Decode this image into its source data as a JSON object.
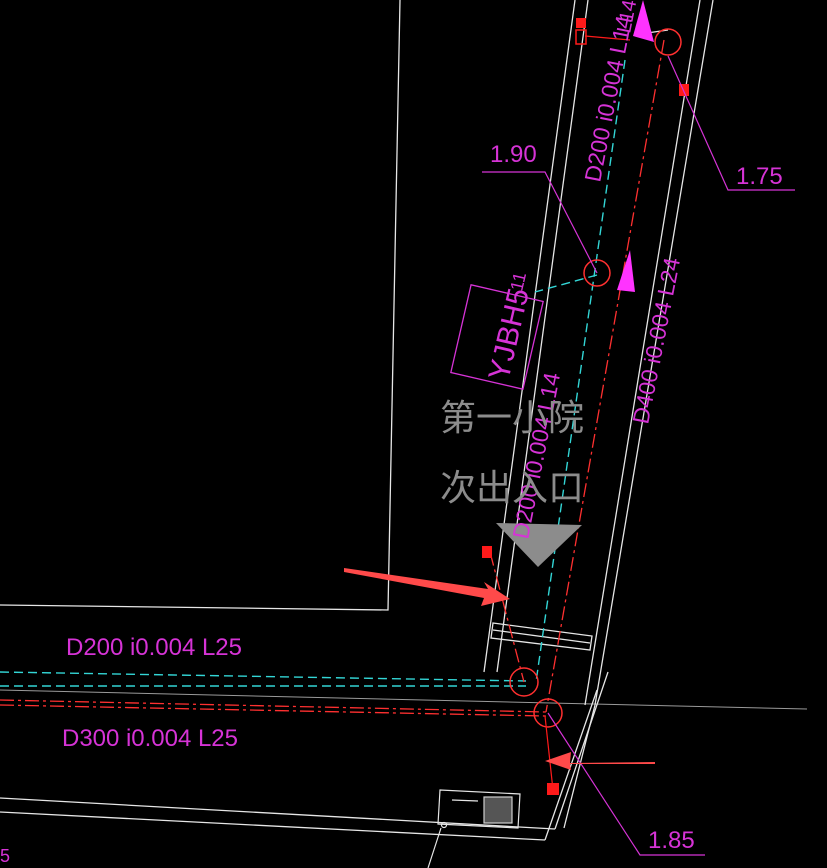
{
  "drawing": {
    "colors": {
      "background": "#000000",
      "linework": "#e6e6e6",
      "annotation": "#d633d6",
      "storm_pipe": "#ff3030",
      "sewer_pipe": "#33d6d6",
      "arrow": "#ff4a4a",
      "chinese_text": "#8c8c8c",
      "flow_marker": "#ff33ff"
    },
    "labels": {
      "pipe_top_right": "D200 i0.004 L14",
      "pipe_top_right_short": "L14",
      "pipe_mid_left": "D200 i0.004 L14",
      "pipe_right_long": "D400 i0.004 L24",
      "pipe_horizontal_upper": "D200  i0.004  L25",
      "pipe_horizontal_lower": "D300  i0.004  L25",
      "elev_top_right": "1.75",
      "elev_mid": "1.90",
      "elev_bottom": "1.85",
      "equipment_tag": "YJBH5",
      "equipment_tag_suffix": "11",
      "area_line1": "第一小院",
      "area_line2": "次出入口"
    }
  }
}
